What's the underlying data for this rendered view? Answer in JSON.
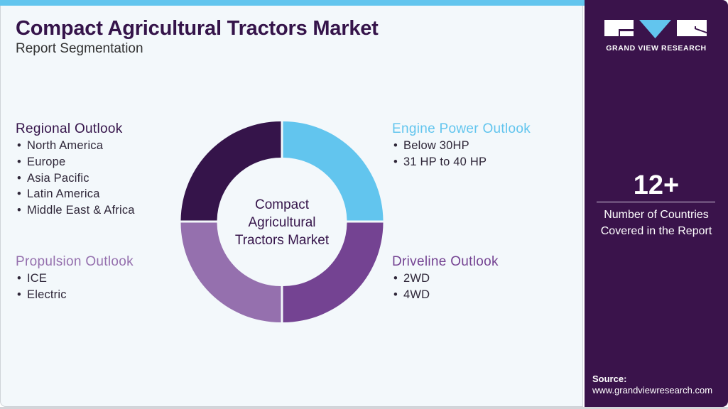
{
  "header": {
    "title": "Compact Agricultural Tractors Market",
    "subtitle": "Report Segmentation"
  },
  "center_label": {
    "line1": "Compact",
    "line2": "Agricultural",
    "line3": "Tractors Market"
  },
  "segments": {
    "regional": {
      "title": "Regional Outlook",
      "color": "#35144a",
      "items": [
        "North America",
        "Europe",
        "Asia Pacific",
        "Latin America",
        "Middle East & Africa"
      ]
    },
    "engine_power": {
      "title": "Engine Power Outlook",
      "color": "#62c5ee",
      "items": [
        "Below 30HP",
        "31 HP to 40 HP"
      ]
    },
    "propulsion": {
      "title": "Propulsion Outlook",
      "color": "#9570ae",
      "items": [
        "ICE",
        "Electric"
      ]
    },
    "driveline": {
      "title": "Driveline Outlook",
      "color": "#744392",
      "items": [
        "2WD",
        "4WD"
      ]
    }
  },
  "bullet": "•",
  "sidebar": {
    "logo_text": "GRAND VIEW RESEARCH",
    "stat_value": "12+",
    "stat_caption_line1": "Number of Countries",
    "stat_caption_line2": "Covered in the Report",
    "source_label": "Source:",
    "source_url": "www.grandviewresearch.com"
  },
  "colors": {
    "accent_blue": "#62c5ee",
    "dark_purple": "#35144a",
    "panel_purple": "#3a134b",
    "mid_purple": "#744392",
    "light_purple": "#9570ae",
    "background": "#f3f8fb"
  },
  "chart_data": {
    "type": "pie",
    "title": "Compact Agricultural Tractors Market",
    "donut": true,
    "categories": [
      "Regional Outlook",
      "Engine Power Outlook",
      "Driveline Outlook",
      "Propulsion Outlook"
    ],
    "values": [
      25,
      25,
      25,
      25
    ],
    "colors": [
      "#35144a",
      "#62c5ee",
      "#744392",
      "#9570ae"
    ]
  }
}
